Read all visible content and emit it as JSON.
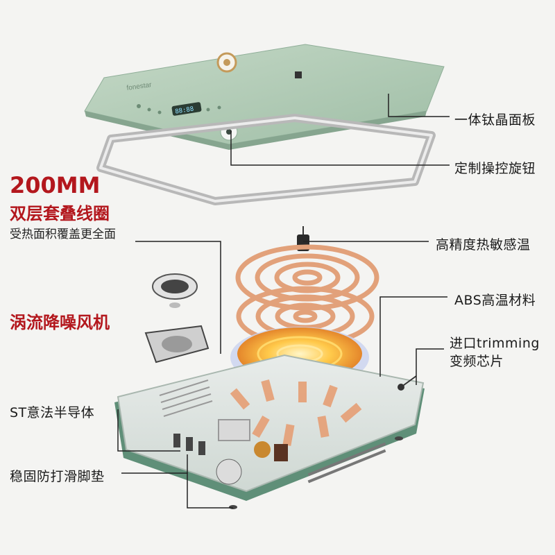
{
  "headings": {
    "coil_size": "200MM",
    "coil_desc": "双层套叠线圈",
    "coil_sub": "受热面积覆盖更全面",
    "fan": "涡流降噪风机"
  },
  "callouts": {
    "panel": "一体钛晶面板",
    "knob": "定制操控旋钮",
    "sensor": "高精度热敏感温",
    "abs": "ABS高温材料",
    "chip": "进口trimming 变频芯片",
    "semiconductor": "ST意法半导体",
    "feet": "稳固防打滑脚垫"
  },
  "device": {
    "brand_mark": "fonestar",
    "display_readout": "88:88"
  },
  "colors": {
    "headline_red": "#b3171d",
    "panel_green": "#a8c4ad",
    "base_green": "#5f8f78",
    "coil_copper": "#e3a06b",
    "leader_line": "#222222"
  }
}
